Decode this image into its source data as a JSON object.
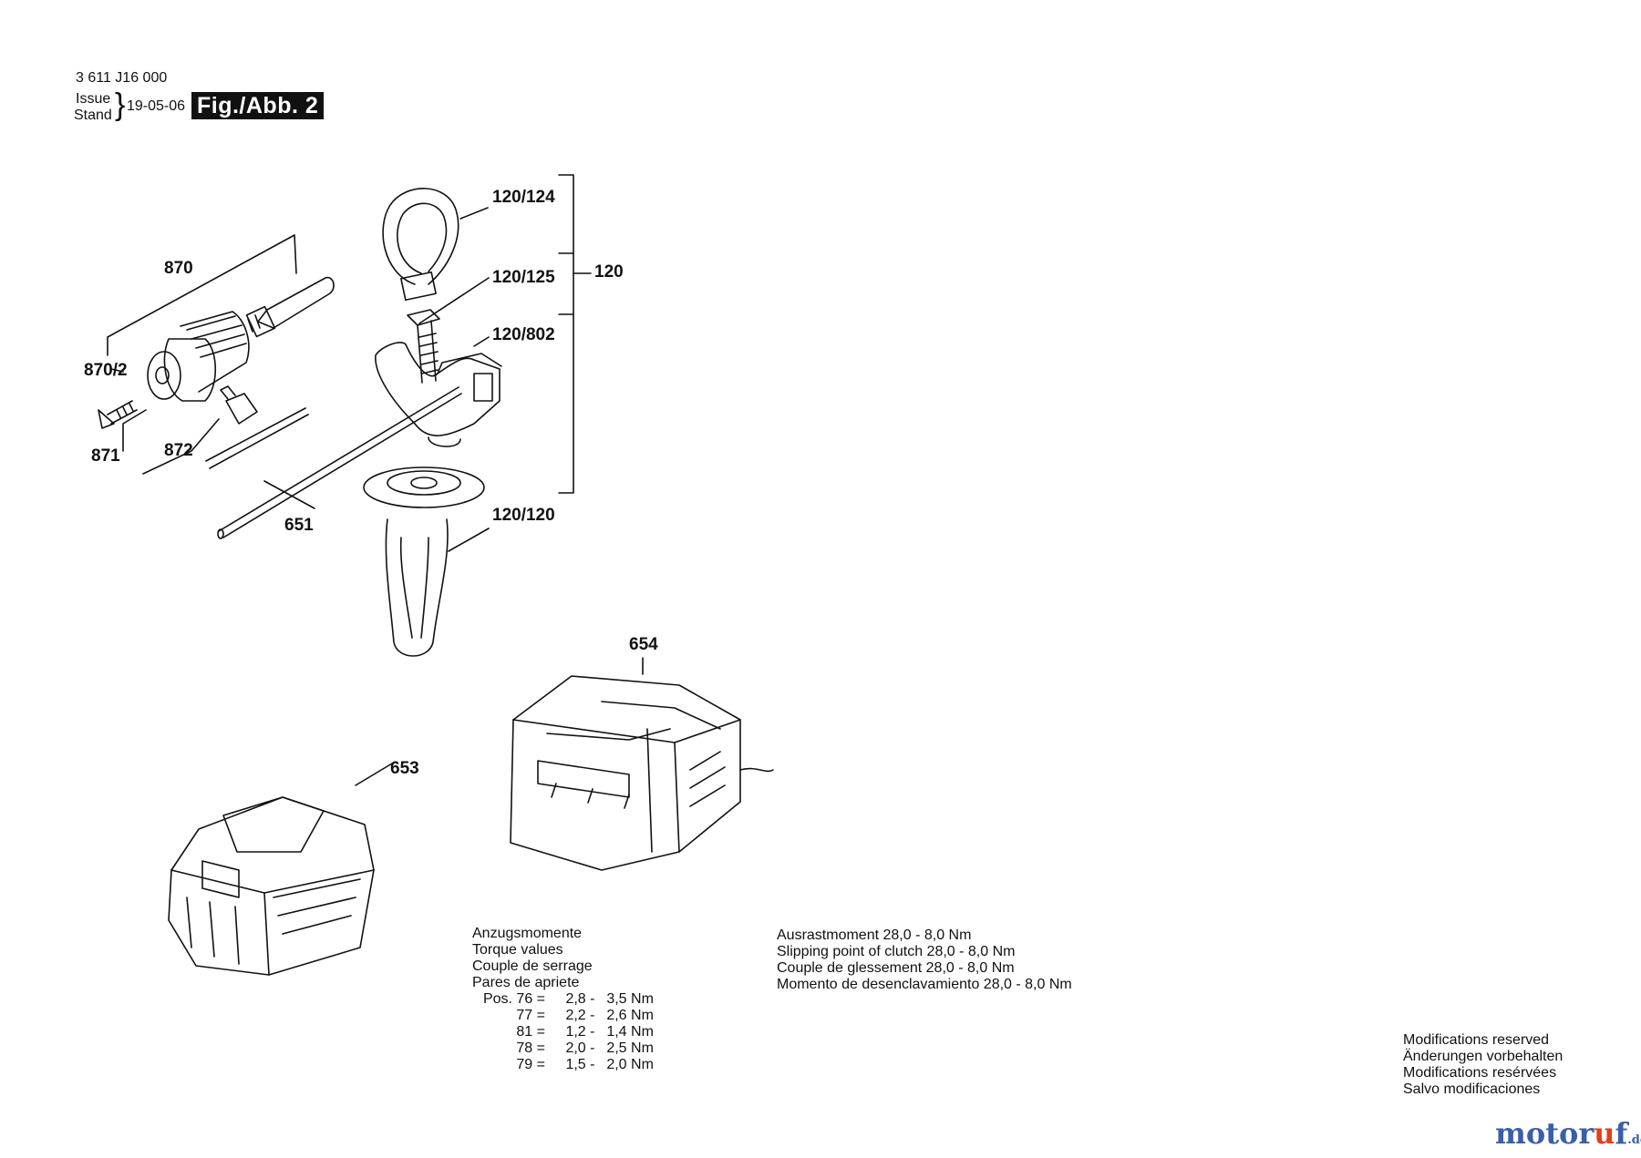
{
  "header": {
    "part_number": "3 611 J16 000",
    "issue_label": "Issue",
    "stand_label": "Stand",
    "brace": "}",
    "date": "19-05-06",
    "figure_label": "Fig./Abb. 2"
  },
  "callouts": {
    "c120_124": "120/124",
    "c120_125": "120/125",
    "c120": "120",
    "c120_802": "120/802",
    "c120_120": "120/120",
    "c870": "870",
    "c870_2": "870/2",
    "c871": "871",
    "c872": "872",
    "c651": "651",
    "c654": "654",
    "c653": "653"
  },
  "torque": {
    "lines": [
      "Anzugsmomente",
      "Torque values",
      "Couple de serrage",
      "Pares de apriete"
    ],
    "rows": [
      {
        "pos": "Pos. 76 =",
        "min": "2,8 -",
        "max": "3,5 Nm"
      },
      {
        "pos": "77 =",
        "min": "2,2 -",
        "max": "2,6 Nm"
      },
      {
        "pos": "81 =",
        "min": "1,2 -",
        "max": "1,4 Nm"
      },
      {
        "pos": "78 =",
        "min": "2,0 -",
        "max": "2,5 Nm"
      },
      {
        "pos": "79 =",
        "min": "1,5 -",
        "max": "2,0 Nm"
      }
    ]
  },
  "clutch": {
    "lines": [
      "Ausrastmoment  28,0 - 8,0 Nm",
      "Slipping point of clutch  28,0 - 8,0 Nm",
      "Couple de glessement  28,0 - 8,0 Nm",
      "Momento de desenclavamiento  28,0 - 8,0 Nm"
    ]
  },
  "modifications": {
    "lines": [
      "Modifications reserved",
      "Änderungen vorbehalten",
      "Modifications resérvées",
      "Salvo modificaciones"
    ]
  },
  "watermark": {
    "main": "motoruf",
    "accent": "u",
    "suffix": ".de"
  }
}
